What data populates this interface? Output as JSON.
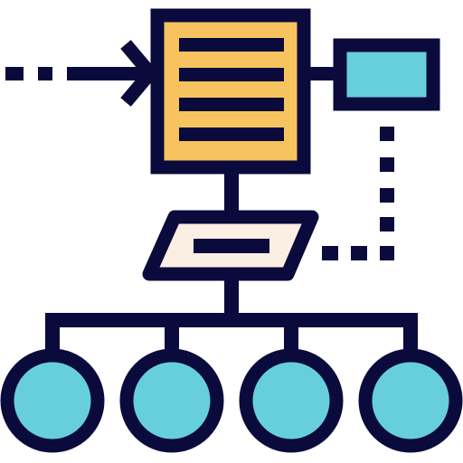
{
  "diagram": {
    "icon": "workflow-hierarchy-icon",
    "colors": {
      "outline": "#0a0a3c",
      "document_fill": "#f6c35e",
      "side_box_fill": "#66cfdb",
      "process_fill": "#fbeee2",
      "node_fill": "#66cfdb",
      "background": "#ffffff"
    },
    "nodes": [
      {
        "id": "input-arrow",
        "shape": "dotted-arrow-icon"
      },
      {
        "id": "document",
        "shape": "document-icon"
      },
      {
        "id": "side-box",
        "shape": "rectangle"
      },
      {
        "id": "process",
        "shape": "parallelogram"
      },
      {
        "id": "child-1",
        "shape": "circle"
      },
      {
        "id": "child-2",
        "shape": "circle"
      },
      {
        "id": "child-3",
        "shape": "circle"
      },
      {
        "id": "child-4",
        "shape": "circle"
      }
    ],
    "edges": [
      {
        "from": "input-arrow",
        "to": "document",
        "style": "dotted"
      },
      {
        "from": "document",
        "to": "side-box",
        "style": "solid"
      },
      {
        "from": "side-box",
        "to": "process",
        "style": "dotted"
      },
      {
        "from": "document",
        "to": "process",
        "style": "solid"
      },
      {
        "from": "process",
        "to": "child-1",
        "style": "solid"
      },
      {
        "from": "process",
        "to": "child-2",
        "style": "solid"
      },
      {
        "from": "process",
        "to": "child-3",
        "style": "solid"
      },
      {
        "from": "process",
        "to": "child-4",
        "style": "solid"
      }
    ]
  }
}
